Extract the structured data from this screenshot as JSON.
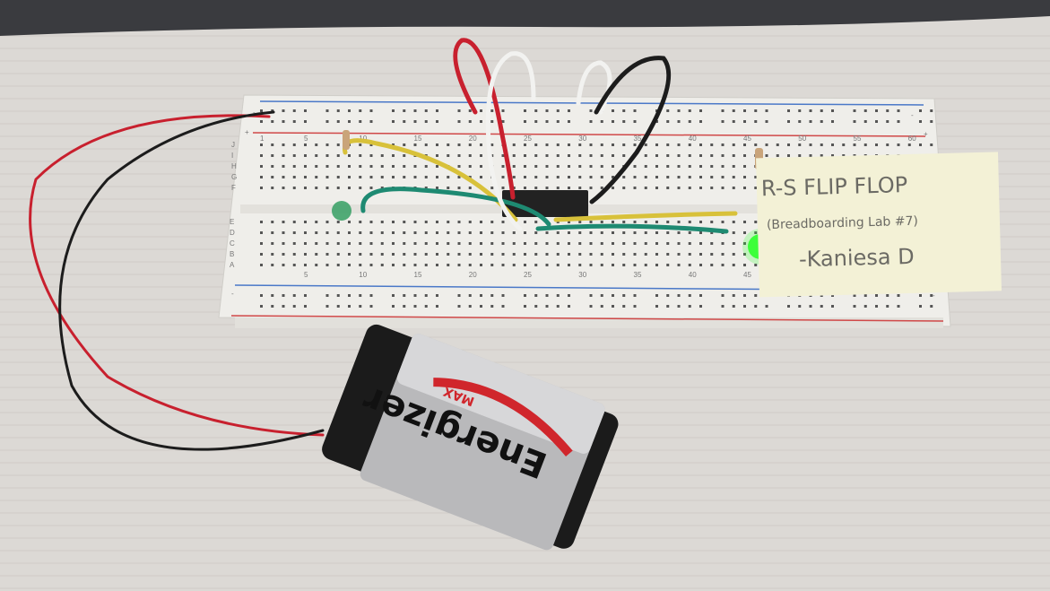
{
  "sticky_note": {
    "title": "R-S FLIP FLOP",
    "subtitle": "(Breadboarding Lab #7)",
    "author": "-Kaniesa D"
  },
  "battery": {
    "brand": "Energizer",
    "model": "MAX"
  },
  "breadboard": {
    "top_numbers": [
      "1",
      "5",
      "10",
      "15",
      "20",
      "25",
      "30",
      "35",
      "40",
      "45",
      "50",
      "55",
      "60"
    ],
    "bottom_numbers": [
      "5",
      "10",
      "15",
      "20",
      "25",
      "30",
      "35",
      "40",
      "45"
    ],
    "top_rows": [
      "J",
      "I",
      "H",
      "G",
      "F"
    ],
    "bottom_rows": [
      "E",
      "D",
      "C",
      "B",
      "A"
    ],
    "plus": "+",
    "minus": "-"
  },
  "colors": {
    "desk": "#d9d6d2",
    "laptop": "#3a3b3f",
    "note": "#f3f1d6",
    "led_on": "#3dff3a",
    "wire_red": "#c8202e",
    "wire_black": "#1c1c1c",
    "wire_yellow": "#d8c13a",
    "wire_green": "#1e8a72"
  }
}
